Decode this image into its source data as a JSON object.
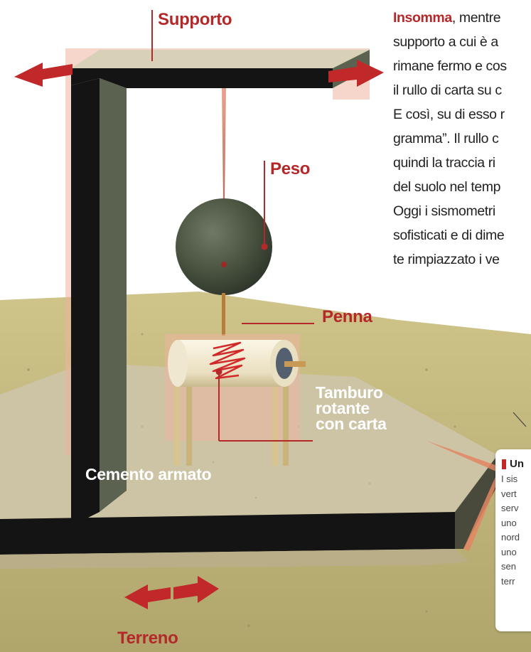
{
  "labels": {
    "supporto": "Supporto",
    "peso": "Peso",
    "penna": "Penna",
    "tamburo_line1": "Tamburo",
    "tamburo_line2": "rotante",
    "tamburo_line3": "con carta",
    "cemento": "Cemento armato",
    "terreno": "Terreno"
  },
  "body_text": {
    "lead": "Insomma",
    "lines": [
      ", mentre",
      "supporto a cui è a",
      "rimane fermo e cos",
      "il rullo di carta su c",
      "E così, su di esso r",
      "gramma”. Il rullo c",
      "quindi la traccia ri",
      "del suolo nel temp",
      "Oggi i sismometri",
      "sofisticati e di dime",
      "te rimpiazzato i ve"
    ]
  },
  "sidebox": {
    "title": "Un",
    "lines": [
      "I sis",
      "vert",
      "serv",
      "uno",
      "nord",
      "uno",
      "sen",
      "terr"
    ]
  },
  "colors": {
    "accent_red": "#b5282a",
    "ground": "#c2b67c",
    "concrete": "#cfc6a8"
  }
}
